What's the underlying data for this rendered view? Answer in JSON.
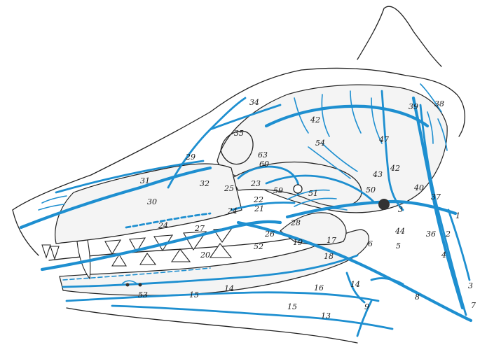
{
  "colors": {
    "vessel": "#1e8fd0",
    "outline": "#222222",
    "bone": "#f4f4f4"
  },
  "labels": [
    {
      "id": "l1",
      "text": "1"
    },
    {
      "id": "l2",
      "text": "2"
    },
    {
      "id": "l3",
      "text": "3"
    },
    {
      "id": "l3b",
      "text": "3"
    },
    {
      "id": "l4",
      "text": "4"
    },
    {
      "id": "l5",
      "text": "5"
    },
    {
      "id": "l6",
      "text": "6"
    },
    {
      "id": "l7",
      "text": "7"
    },
    {
      "id": "l8",
      "text": "8"
    },
    {
      "id": "l9",
      "text": "9"
    },
    {
      "id": "l13",
      "text": "13"
    },
    {
      "id": "l14",
      "text": "14"
    },
    {
      "id": "l14b",
      "text": "14"
    },
    {
      "id": "l15",
      "text": "15"
    },
    {
      "id": "l15b",
      "text": "15"
    },
    {
      "id": "l16",
      "text": "16"
    },
    {
      "id": "l17",
      "text": "17"
    },
    {
      "id": "l18",
      "text": "18"
    },
    {
      "id": "l19",
      "text": "19"
    },
    {
      "id": "l20",
      "text": "20"
    },
    {
      "id": "l21",
      "text": "21"
    },
    {
      "id": "l22",
      "text": "22"
    },
    {
      "id": "l23",
      "text": "23"
    },
    {
      "id": "l24",
      "text": "24"
    },
    {
      "id": "l24b",
      "text": "24"
    },
    {
      "id": "l25",
      "text": "25"
    },
    {
      "id": "l26",
      "text": "26"
    },
    {
      "id": "l27",
      "text": "27"
    },
    {
      "id": "l28",
      "text": "28"
    },
    {
      "id": "l29",
      "text": "29"
    },
    {
      "id": "l30",
      "text": "30"
    },
    {
      "id": "l31",
      "text": "31"
    },
    {
      "id": "l32",
      "text": "32"
    },
    {
      "id": "l34",
      "text": "34"
    },
    {
      "id": "l35",
      "text": "35"
    },
    {
      "id": "l36",
      "text": "36"
    },
    {
      "id": "l37",
      "text": "37"
    },
    {
      "id": "l38",
      "text": "38"
    },
    {
      "id": "l39",
      "text": "39"
    },
    {
      "id": "l40",
      "text": "40"
    },
    {
      "id": "l42",
      "text": "42"
    },
    {
      "id": "l42b",
      "text": "42"
    },
    {
      "id": "l43",
      "text": "43"
    },
    {
      "id": "l44",
      "text": "44"
    },
    {
      "id": "l47",
      "text": "47"
    },
    {
      "id": "l50",
      "text": "50"
    },
    {
      "id": "l51",
      "text": "51"
    },
    {
      "id": "l52",
      "text": "52"
    },
    {
      "id": "l53",
      "text": "53"
    },
    {
      "id": "l54",
      "text": "54"
    },
    {
      "id": "l59",
      "text": "59"
    },
    {
      "id": "l60",
      "text": "60"
    },
    {
      "id": "l63",
      "text": "63"
    }
  ]
}
